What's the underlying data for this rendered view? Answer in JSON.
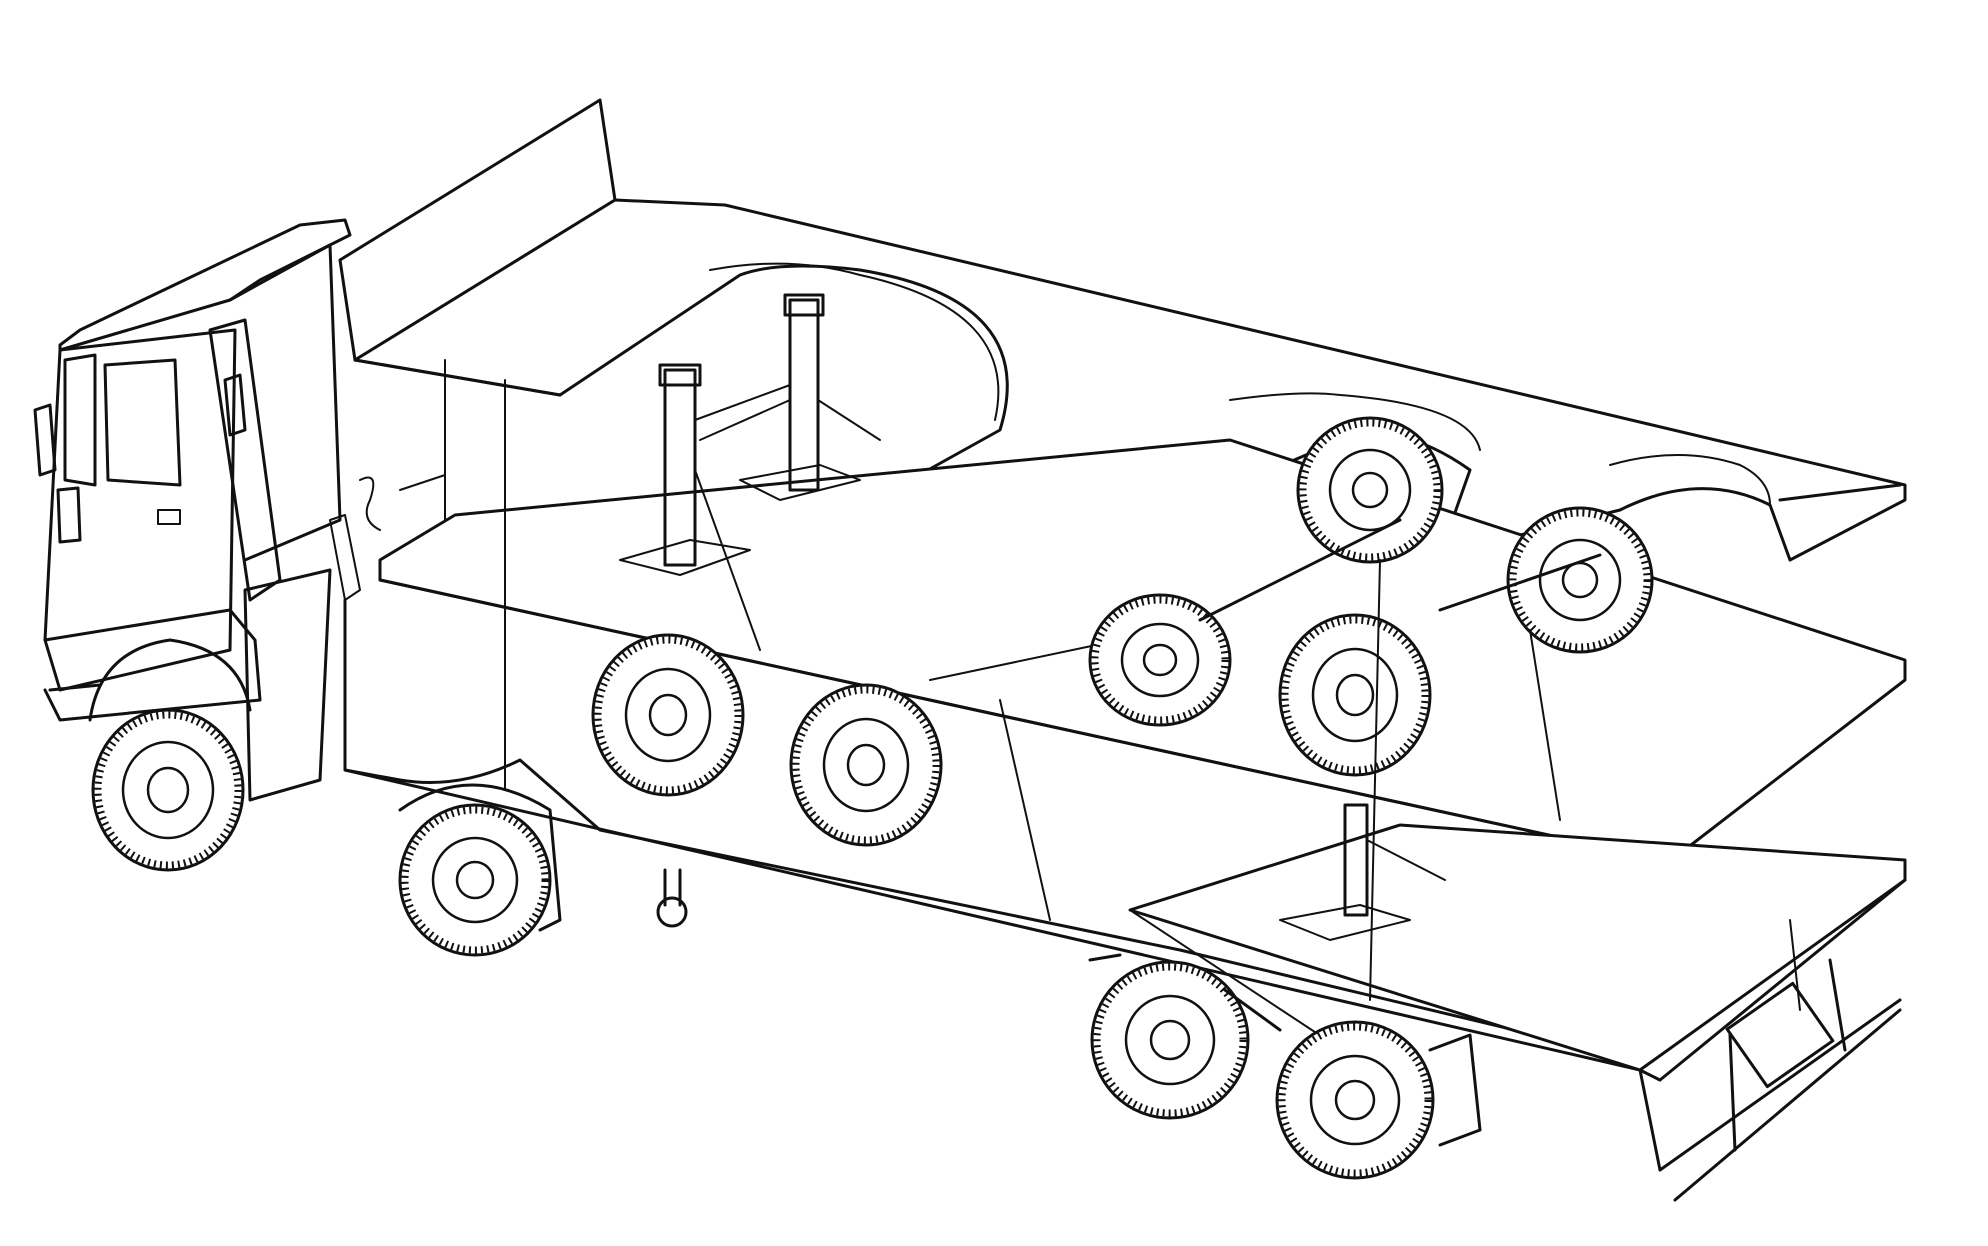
{
  "figure": {
    "description_visible_text": "",
    "ink_color": "#111111",
    "paper_color": "#ffffff"
  },
  "components": {
    "tractor_cab": "truck-cab",
    "trailer": "double-deck-trailer",
    "wheels": "wheel"
  }
}
